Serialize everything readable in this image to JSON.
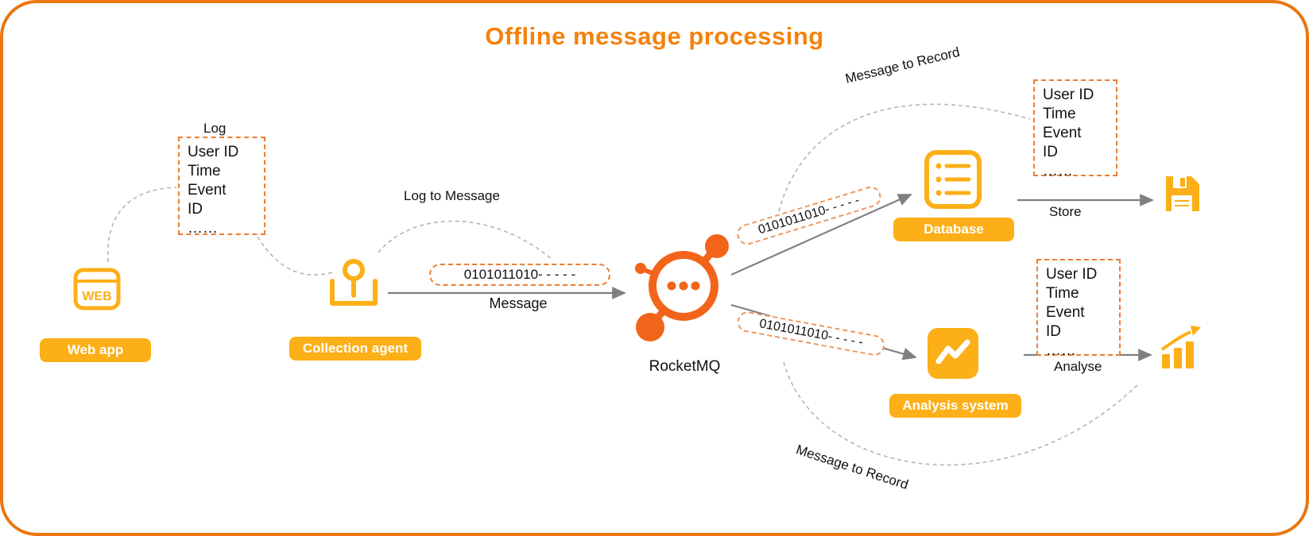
{
  "title": "Offline message processing",
  "nodes": {
    "web_app": {
      "icon_text": "WEB",
      "badge": "Web app"
    },
    "collection_agent": {
      "badge": "Collection agent"
    },
    "rocketmq": {
      "label": "RocketMQ"
    },
    "database": {
      "badge": "Database"
    },
    "analysis_system": {
      "badge": "Analysis system"
    }
  },
  "boxes": {
    "log": {
      "caption": "Log",
      "lines": [
        "User ID",
        "Time",
        "Event",
        "ID",
        "……"
      ]
    },
    "record_top": {
      "lines": [
        "User ID",
        "Time",
        "Event",
        "ID",
        "……"
      ]
    },
    "record_bottom": {
      "lines": [
        "User ID",
        "Time",
        "Event",
        "ID",
        "……"
      ]
    }
  },
  "edges": {
    "log_to_message": "Log to Message",
    "message": "Message",
    "binary_main": "0101011010- - - - -",
    "binary_to_database": "0101011010- - - - -",
    "binary_to_analysis": "0101011010- - - - -",
    "message_to_record_top": "Message to Record",
    "message_to_record_bottom": "Message to Record",
    "store": "Store",
    "analyse": "Analyse"
  },
  "colors": {
    "accent": "#F5820B",
    "node_orange": "#FCAF17",
    "logo_orange": "#F2641A",
    "dashed_orange": "#ED7D31",
    "arrow_gray": "#808080"
  }
}
